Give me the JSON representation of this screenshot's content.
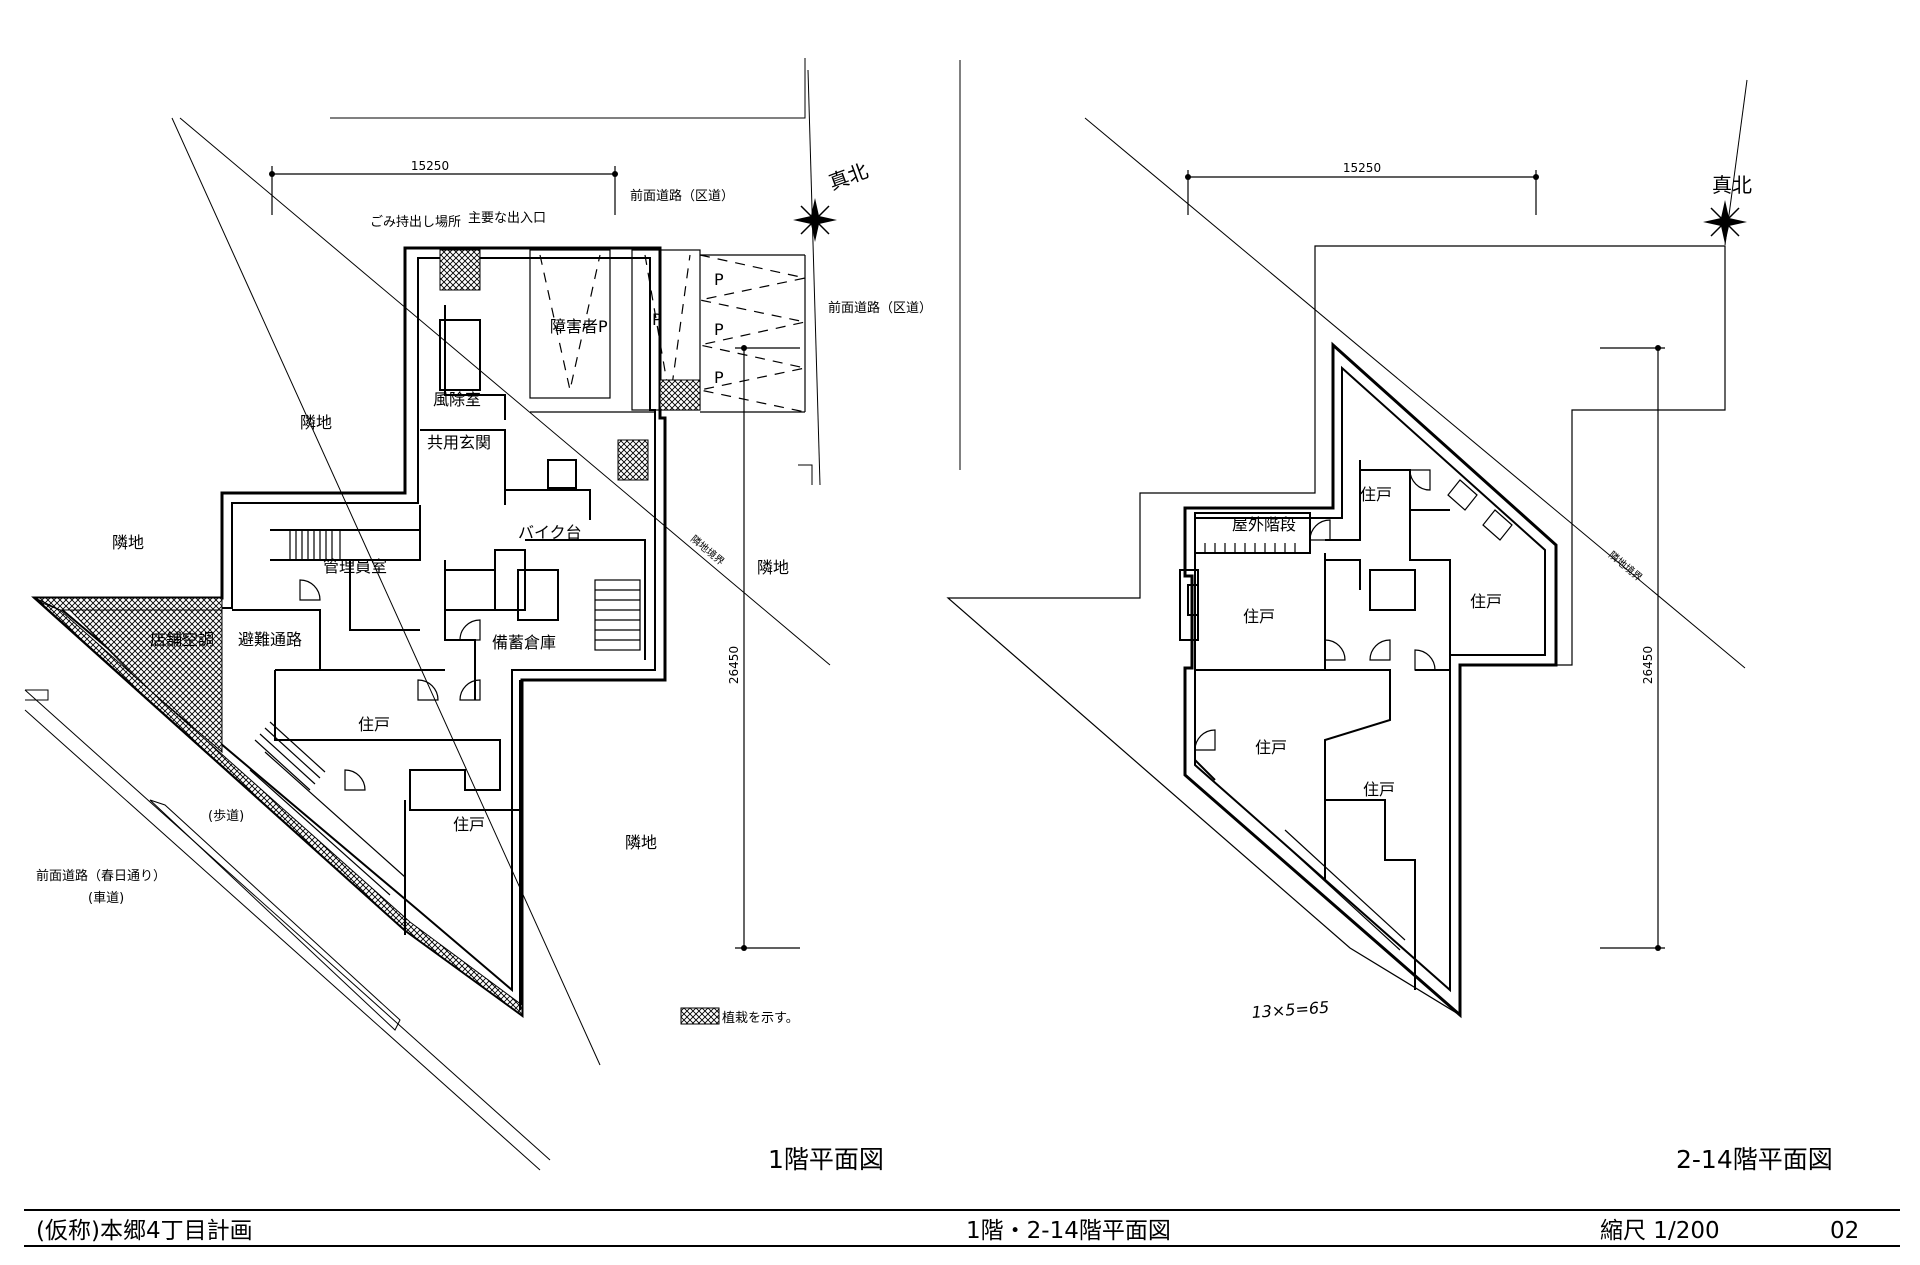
{
  "left_plan": {
    "title": "1階平面図",
    "dim_width": "15250",
    "dim_depth": "26450",
    "north": "真北",
    "labels": {
      "front_road_ward_top": "前面道路（区道）",
      "front_road_ward_right": "前面道路（区道）",
      "garbage": "ごみ持出し場所",
      "main_entrance": "主要な出入口",
      "accessible": "障害者P",
      "parking_p": "P",
      "windbreak": "風除室",
      "common_entrance": "共用玄関",
      "neighbor": "隣地",
      "management": "管理員室",
      "evacuation": "避難通路",
      "outdoor_ac": "店舗空調",
      "stock": "備蓄倉庫",
      "bicycle": "バイク台",
      "unit": "住戸",
      "sidewalk": "(歩道)",
      "front_road_kasuga": "前面道路（春日通り）",
      "roadway": "(車道)",
      "boundary": "隣地境界",
      "legend": "植栽を示す。"
    }
  },
  "right_plan": {
    "title": "2-14階平面図",
    "dim_width": "15250",
    "dim_depth": "26450",
    "north": "真北",
    "labels": {
      "outdoor_stair": "屋外階段",
      "unit": "住戸",
      "boundary": "隣地境界",
      "note": "13×5=65"
    }
  },
  "footer": {
    "project": "(仮称)本郷4丁目計画",
    "drawing": "1階・2-14階平面図",
    "scale": "縮尺 1/200",
    "sheet": "02"
  }
}
